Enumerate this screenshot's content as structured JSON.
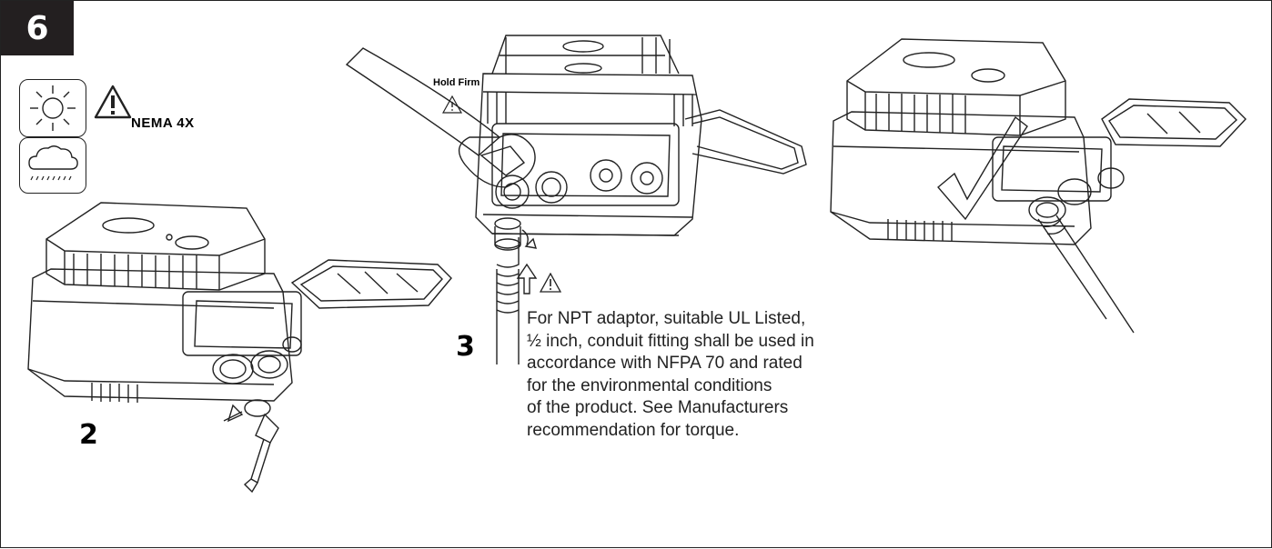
{
  "step_number": "6",
  "nema_label": "NEMA 4X",
  "hold_firm_label": "Hold Firm",
  "substeps": [
    "2",
    "3"
  ],
  "note_text": "For NPT adaptor, suitable UL Listed,\n½ inch, conduit fitting shall be used in\naccordance with NFPA 70 and rated\nfor the environmental conditions\nof the product. See Manufacturers\nrecommendation for torque.",
  "icons": [
    "sun-icon",
    "warning-icon",
    "rain-cloud-icon",
    "checkmark-icon"
  ]
}
